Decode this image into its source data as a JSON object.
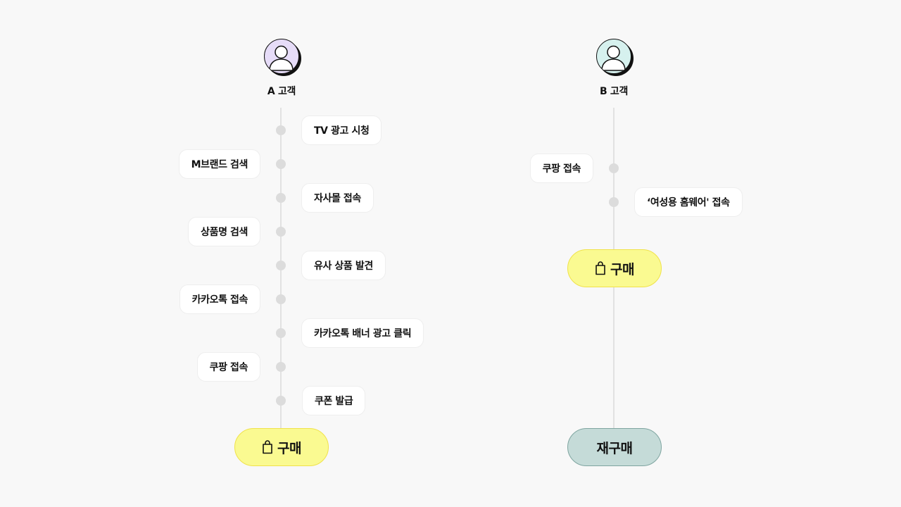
{
  "colors": {
    "background": "#f8f8f8",
    "avatar_a_bg": "#e6dcf8",
    "avatar_b_bg": "#d6f1ee",
    "buy_bg": "#fafa91",
    "buy_border": "#f0e24a",
    "rebuy_bg": "#c5dbd8",
    "rebuy_border": "#7fa5a0",
    "timeline_line": "#e2e2e2",
    "timeline_dot": "#dcdcdc"
  },
  "customer_a": {
    "label": "A 고객",
    "avatar_icon": "user-icon",
    "steps": [
      {
        "label": "TV 광고 시청",
        "side": "right"
      },
      {
        "label": "M브랜드 검색",
        "side": "left"
      },
      {
        "label": "자사몰 접속",
        "side": "right"
      },
      {
        "label": "상품명 검색",
        "side": "left"
      },
      {
        "label": "유사 상품 발견",
        "side": "right"
      },
      {
        "label": "카카오톡 접속",
        "side": "left"
      },
      {
        "label": "카카오톡 배너 광고 클릭",
        "side": "right"
      },
      {
        "label": "쿠팡 접속",
        "side": "left"
      },
      {
        "label": "쿠폰 발급",
        "side": "right"
      }
    ],
    "outcome": {
      "label": "구매",
      "icon": "shopping-bag-icon"
    }
  },
  "customer_b": {
    "label": "B 고객",
    "avatar_icon": "user-icon",
    "steps": [
      {
        "label": "쿠팡 접속",
        "side": "left"
      },
      {
        "label": "‘여성용 홈웨어' 접속",
        "side": "right"
      }
    ],
    "outcome_1": {
      "label": "구매",
      "icon": "shopping-bag-icon"
    },
    "outcome_2": {
      "label": "재구매"
    }
  }
}
